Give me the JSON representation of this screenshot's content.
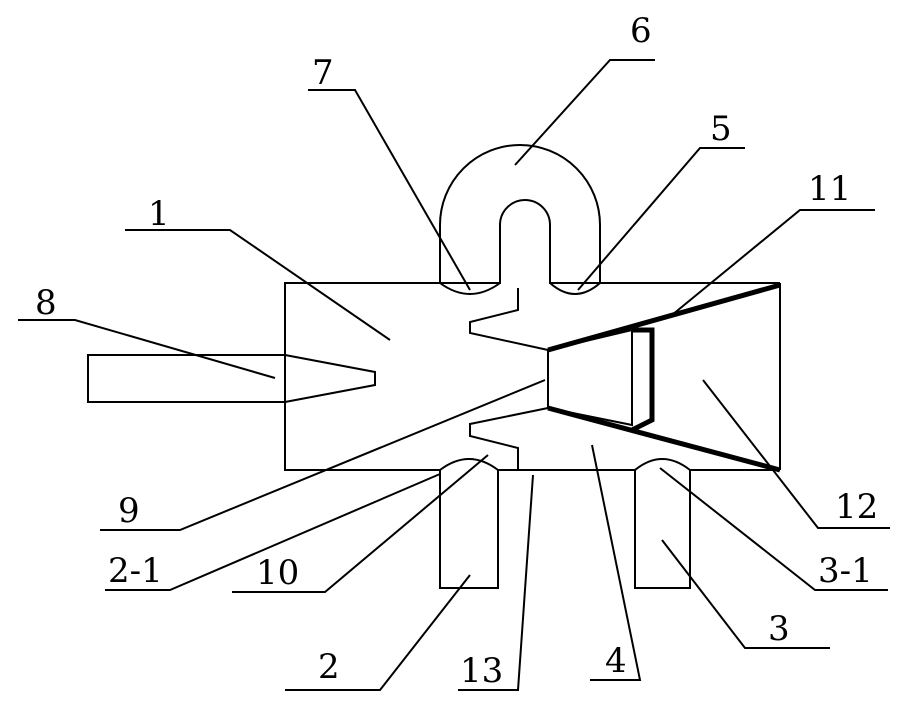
{
  "labels": {
    "l1": "1",
    "l2": "2",
    "l2_1": "2-1",
    "l3": "3",
    "l3_1": "3-1",
    "l4": "4",
    "l5": "5",
    "l6": "6",
    "l7": "7",
    "l8": "8",
    "l9": "9",
    "l10": "10",
    "l11": "11",
    "l12": "12",
    "l13": "13"
  }
}
